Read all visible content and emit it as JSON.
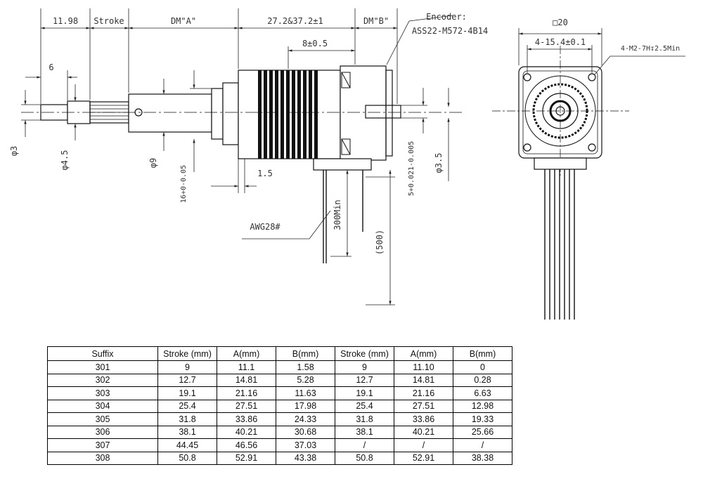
{
  "dims": {
    "d1198": "11.98",
    "stroke": "Stroke",
    "dma": "DM\"A\"",
    "d272": "27.2&37.2±1",
    "dmb": "DM\"B\"",
    "encoder_label": "Encoder:",
    "encoder_part": "ASS22-M572-4B14",
    "d8": "8±0.5",
    "d6": "6",
    "phi3": "φ3",
    "phi45": "φ4.5",
    "phi9": "φ9",
    "d15": "1.5",
    "d16": "16+0-0.05",
    "d5": "5+0.021-0.005",
    "phi35": "φ3.5",
    "awg": "AWG28#",
    "d300": "300Min",
    "d500": "(500)",
    "sq20": "□20",
    "d154": "4-15.4±0.1",
    "mount": "4-M2-7H↧2.5Min"
  },
  "table": {
    "headers": [
      "Suffix",
      "Stroke (mm)",
      "A(mm)",
      "B(mm)",
      "Stroke (mm)",
      "A(mm)",
      "B(mm)"
    ],
    "rows": [
      [
        "301",
        "9",
        "11.1",
        "1.58",
        "9",
        "11.10",
        "0"
      ],
      [
        "302",
        "12.7",
        "14.81",
        "5.28",
        "12.7",
        "14.81",
        "0.28"
      ],
      [
        "303",
        "19.1",
        "21.16",
        "11.63",
        "19.1",
        "21.16",
        "6.63"
      ],
      [
        "304",
        "25.4",
        "27.51",
        "17.98",
        "25.4",
        "27.51",
        "12.98"
      ],
      [
        "305",
        "31.8",
        "33.86",
        "24.33",
        "31.8",
        "33.86",
        "19.33"
      ],
      [
        "306",
        "38.1",
        "40.21",
        "30.68",
        "38.1",
        "40.21",
        "25.66"
      ],
      [
        "307",
        "44.45",
        "46.56",
        "37.03",
        "/",
        "/",
        "/"
      ],
      [
        "308",
        "50.8",
        "52.91",
        "43.38",
        "50.8",
        "52.91",
        "38.38"
      ]
    ]
  }
}
